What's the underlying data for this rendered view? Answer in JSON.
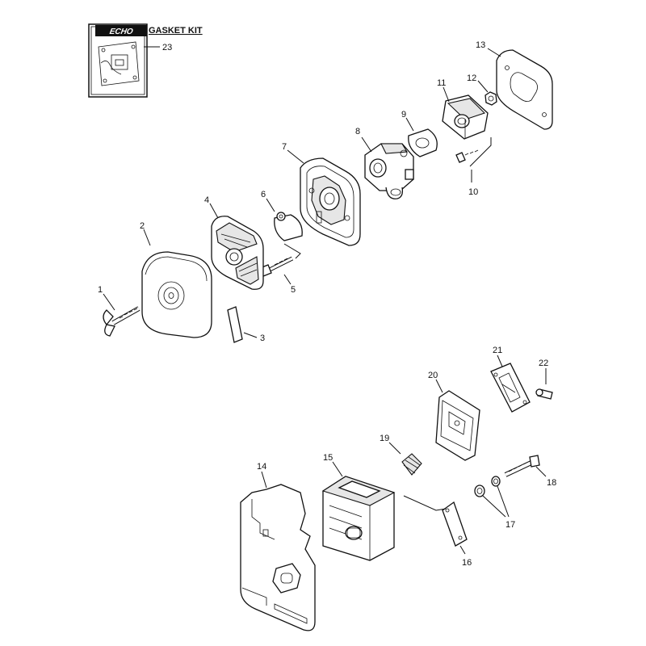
{
  "gasket_kit": {
    "logo": "ECHO",
    "title": "GASKET KIT"
  },
  "callouts": [
    {
      "id": "1",
      "text": "1"
    },
    {
      "id": "2",
      "text": "2"
    },
    {
      "id": "3",
      "text": "3"
    },
    {
      "id": "4",
      "text": "4"
    },
    {
      "id": "5",
      "text": "5"
    },
    {
      "id": "6",
      "text": "6"
    },
    {
      "id": "7",
      "text": "7"
    },
    {
      "id": "8",
      "text": "8"
    },
    {
      "id": "9",
      "text": "9"
    },
    {
      "id": "10",
      "text": "10"
    },
    {
      "id": "11",
      "text": "11"
    },
    {
      "id": "12",
      "text": "12"
    },
    {
      "id": "13",
      "text": "13"
    },
    {
      "id": "14",
      "text": "14"
    },
    {
      "id": "15",
      "text": "15"
    },
    {
      "id": "16",
      "text": "16"
    },
    {
      "id": "17",
      "text": "17"
    },
    {
      "id": "18",
      "text": "18"
    },
    {
      "id": "19",
      "text": "19"
    },
    {
      "id": "20",
      "text": "20"
    },
    {
      "id": "21",
      "text": "21"
    },
    {
      "id": "22",
      "text": "22"
    },
    {
      "id": "23",
      "text": "23"
    }
  ]
}
